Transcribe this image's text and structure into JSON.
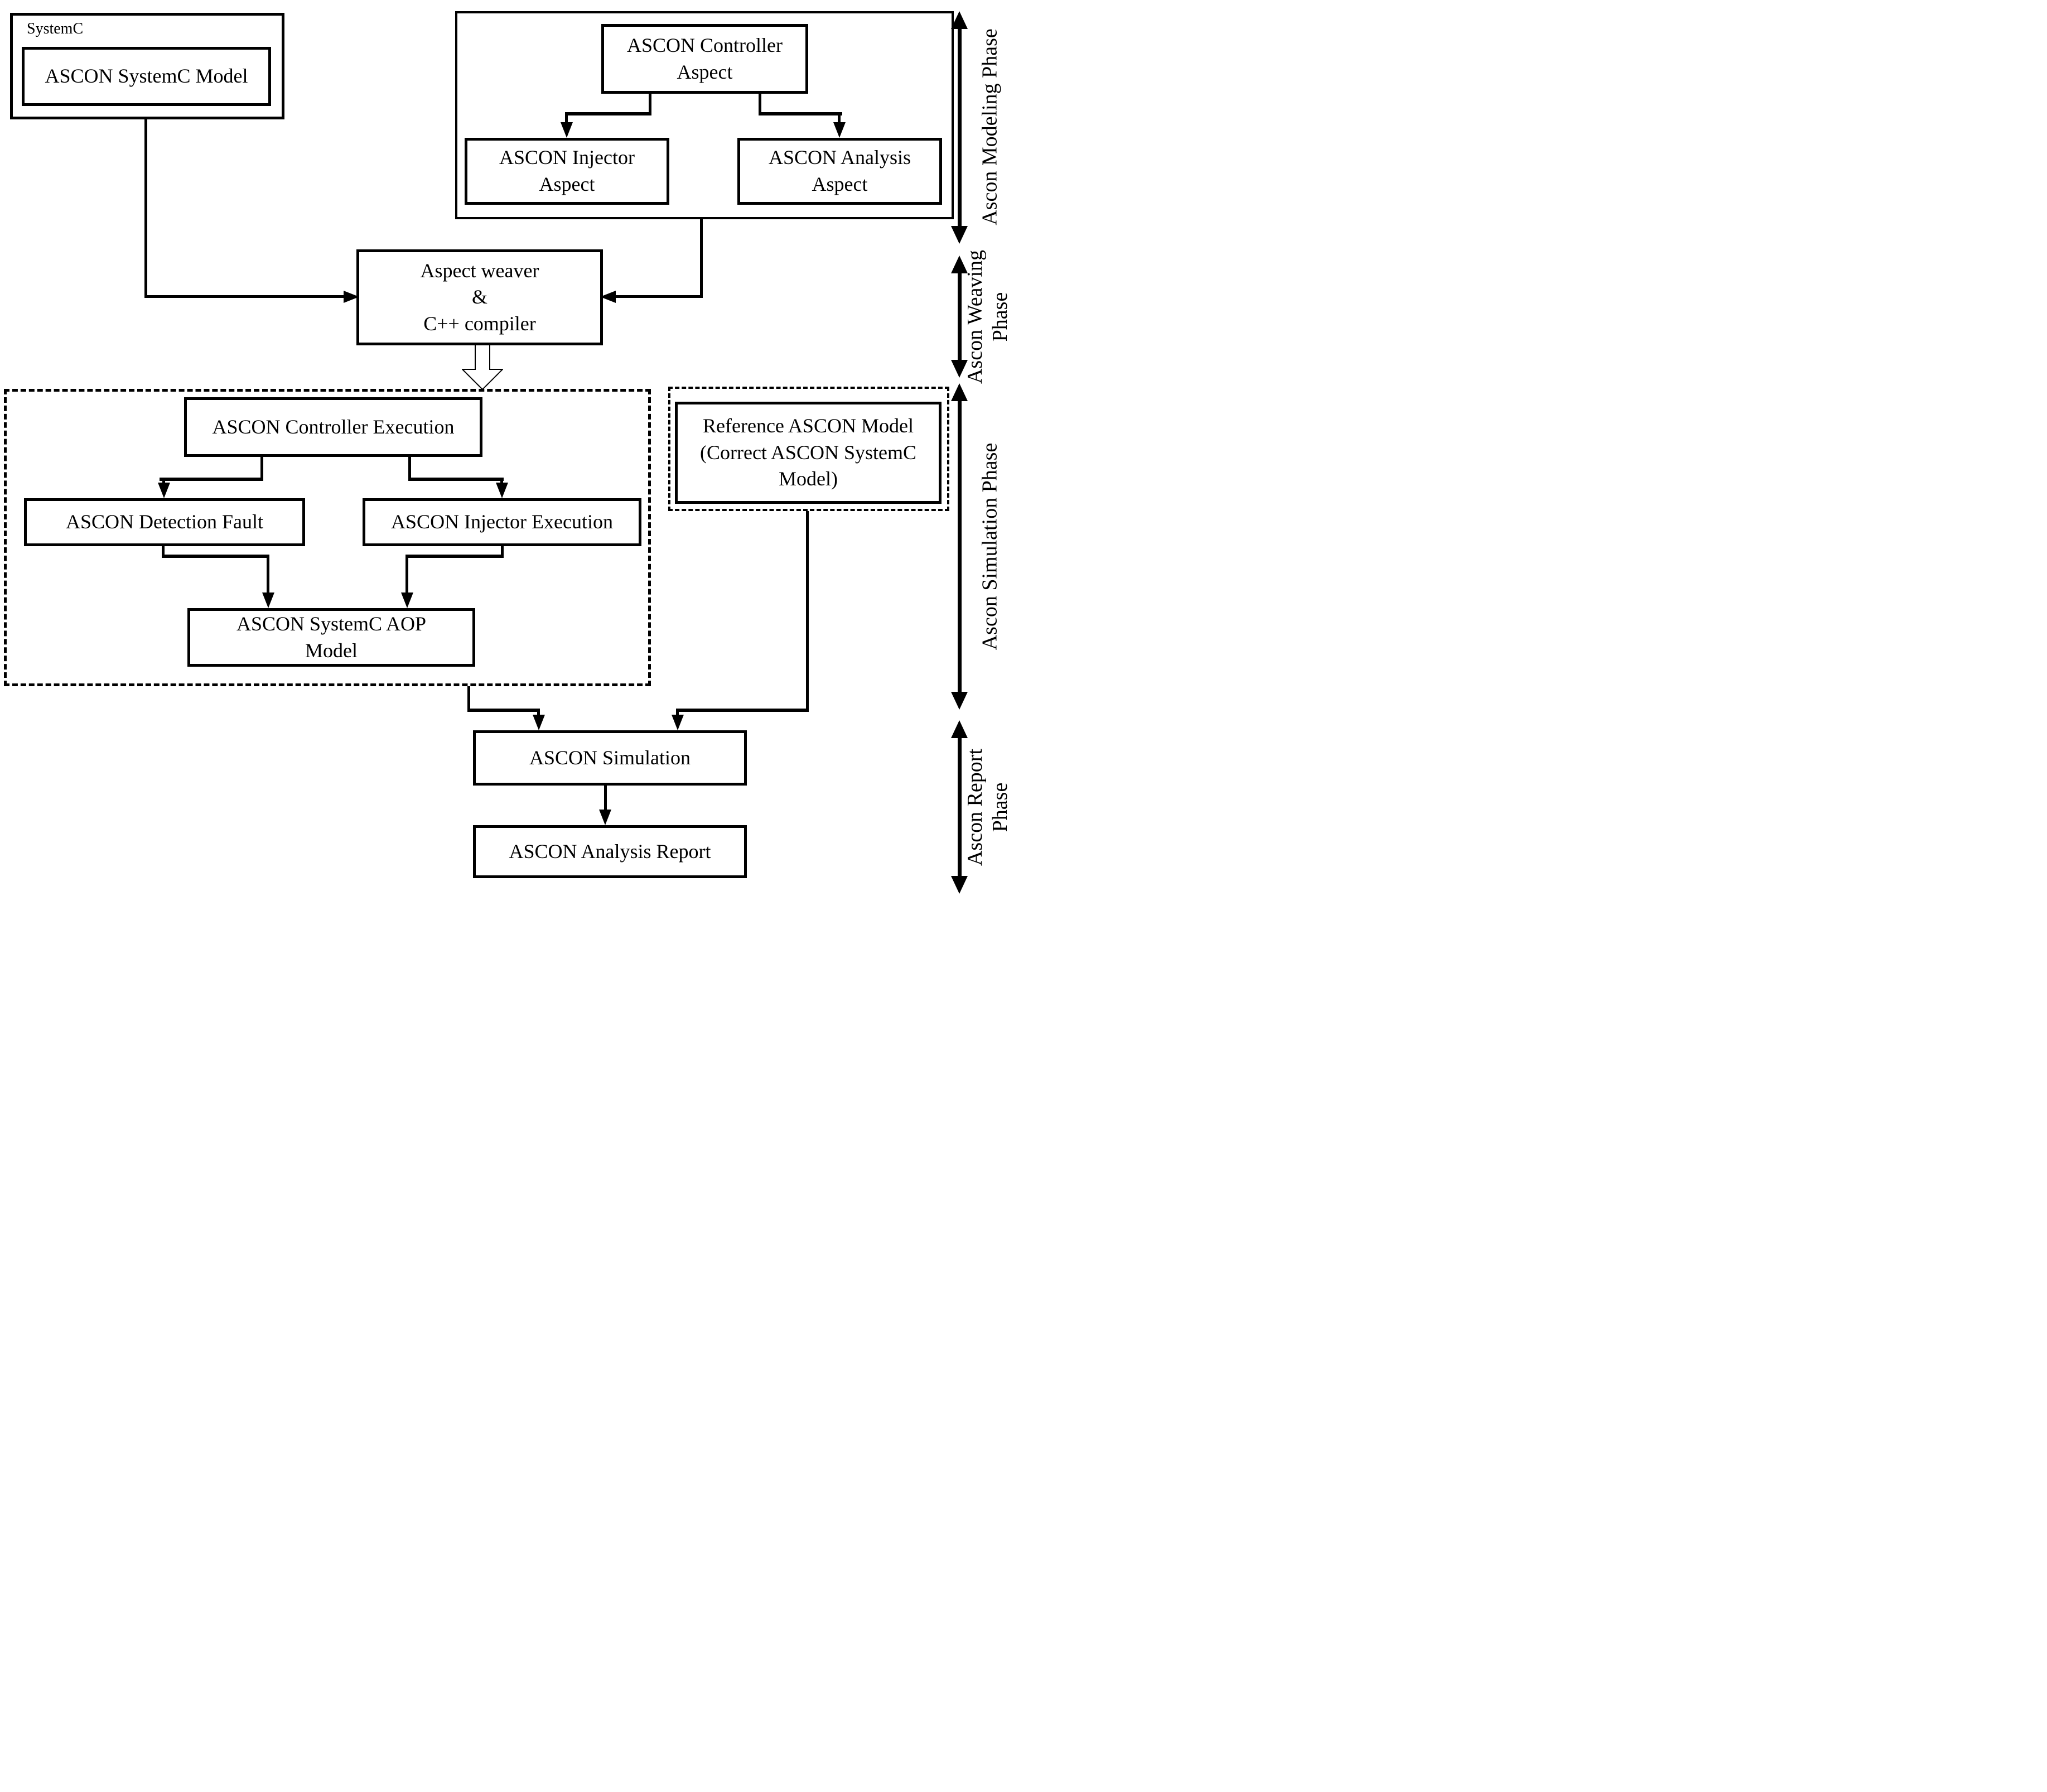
{
  "colors": {
    "ink": "#000000",
    "paper": "#ffffff"
  },
  "nodes": {
    "systemc_title": "SystemC",
    "systemc_model": "ASCON SystemC Model",
    "controller_aspect": "ASCON Controller\nAspect",
    "injector_aspect": "ASCON Injector\nAspect",
    "analysis_aspect": "ASCON Analysis\nAspect",
    "weaver": "Aspect weaver\n&\nC++ compiler",
    "controller_exec": "ASCON Controller Execution",
    "detection_fault": "ASCON Detection Fault",
    "injector_exec": "ASCON Injector Execution",
    "aop_model": "ASCON SystemC AOP\nModel",
    "reference_model": "Reference ASCON Model\n(Correct ASCON SystemC\nModel)",
    "simulation": "ASCON Simulation",
    "analysis_report": "ASCON Analysis Report"
  },
  "phases": [
    {
      "label": "Ascon Modeling Phase"
    },
    {
      "label": "Ascon Weaving\nPhase"
    },
    {
      "label": "Ascon Simulation Phase"
    },
    {
      "label": "Ascon Report\nPhase"
    }
  ]
}
